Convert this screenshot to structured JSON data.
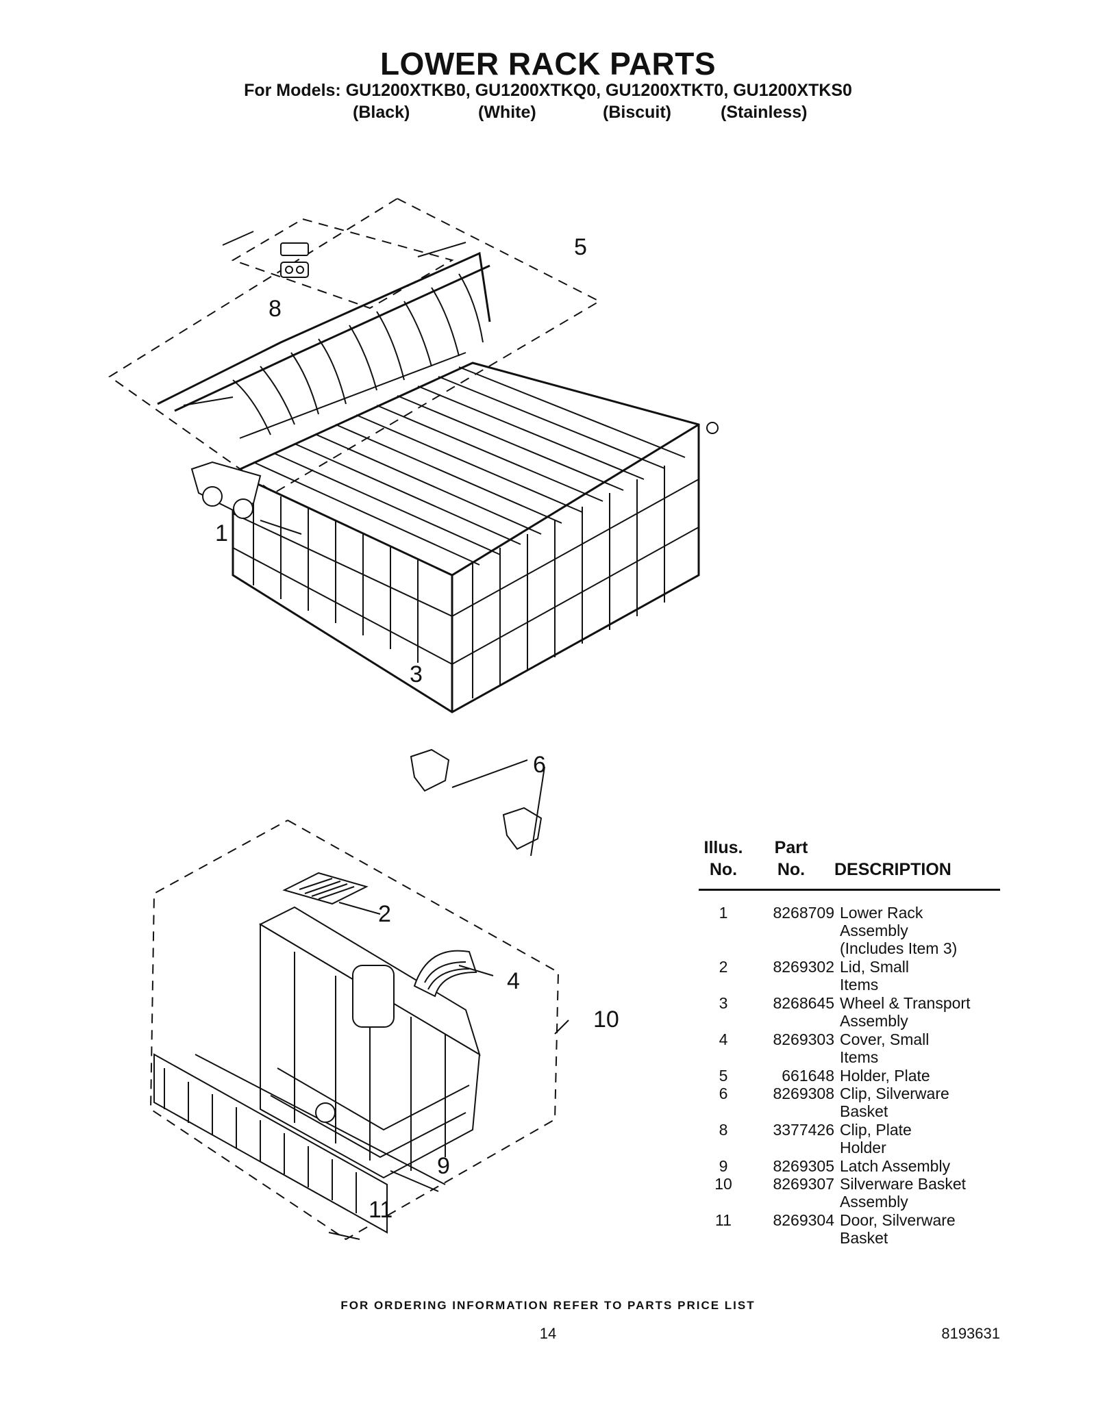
{
  "header": {
    "title": "LOWER RACK PARTS",
    "models_line": "For Models: GU1200XTKB0, GU1200XTKQ0, GU1200XTKT0, GU1200XTKS0",
    "variants": [
      "(Black)",
      "(White)",
      "(Biscuit)",
      "(Stainless)"
    ]
  },
  "figure_callouts": {
    "upper": [
      "5",
      "8",
      "1",
      "3"
    ],
    "lower": [
      "6",
      "2",
      "4",
      "10",
      "9",
      "11"
    ]
  },
  "table": {
    "headers": {
      "illus_line1": "Illus.",
      "illus_line2": "No.",
      "part_line1": "Part",
      "part_line2": "No.",
      "description": "DESCRIPTION"
    },
    "rows": [
      {
        "illus": "1",
        "part": "8268709",
        "desc": "Lower Rack\n Assembly\n (Includes Item 3)"
      },
      {
        "illus": "2",
        "part": "8269302",
        "desc": "Lid, Small\n Items"
      },
      {
        "illus": "3",
        "part": "8268645",
        "desc": " Wheel & Transport\n Assembly"
      },
      {
        "illus": "4",
        "part": "8269303",
        "desc": "Cover, Small\n Items"
      },
      {
        "illus": "5",
        "part": "661648",
        "desc": "Holder, Plate"
      },
      {
        "illus": "6",
        "part": "8269308",
        "desc": "Clip, Silverware\n Basket"
      },
      {
        "illus": "8",
        "part": "3377426",
        "desc": "Clip, Plate\n Holder"
      },
      {
        "illus": "9",
        "part": "8269305",
        "desc": "Latch Assembly"
      },
      {
        "illus": "10",
        "part": "8269307",
        "desc": "Silverware Basket\n Assembly"
      },
      {
        "illus": "11",
        "part": "8269304",
        "desc": "Door, Silverware\n Basket"
      }
    ]
  },
  "footer": {
    "note": "FOR ORDERING INFORMATION REFER TO PARTS PRICE LIST",
    "page_number": "14",
    "doc_number": "8193631"
  }
}
